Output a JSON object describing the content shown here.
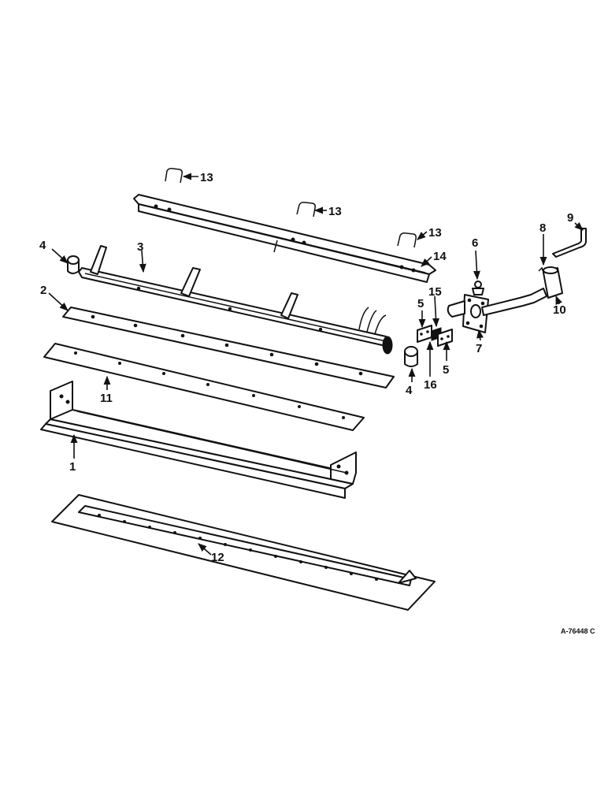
{
  "callouts": {
    "c1": "1",
    "c2": "2",
    "c3": "3",
    "c4a": "4",
    "c4b": "4",
    "c5a": "5",
    "c5b": "5",
    "c6": "6",
    "c7": "7",
    "c8": "8",
    "c9": "9",
    "c10": "10",
    "c11": "11",
    "c12": "12",
    "c13a": "13",
    "c13b": "13",
    "c13c": "13",
    "c14": "14",
    "c15": "15",
    "c16": "16"
  },
  "drawing_code": "A-76448 C"
}
